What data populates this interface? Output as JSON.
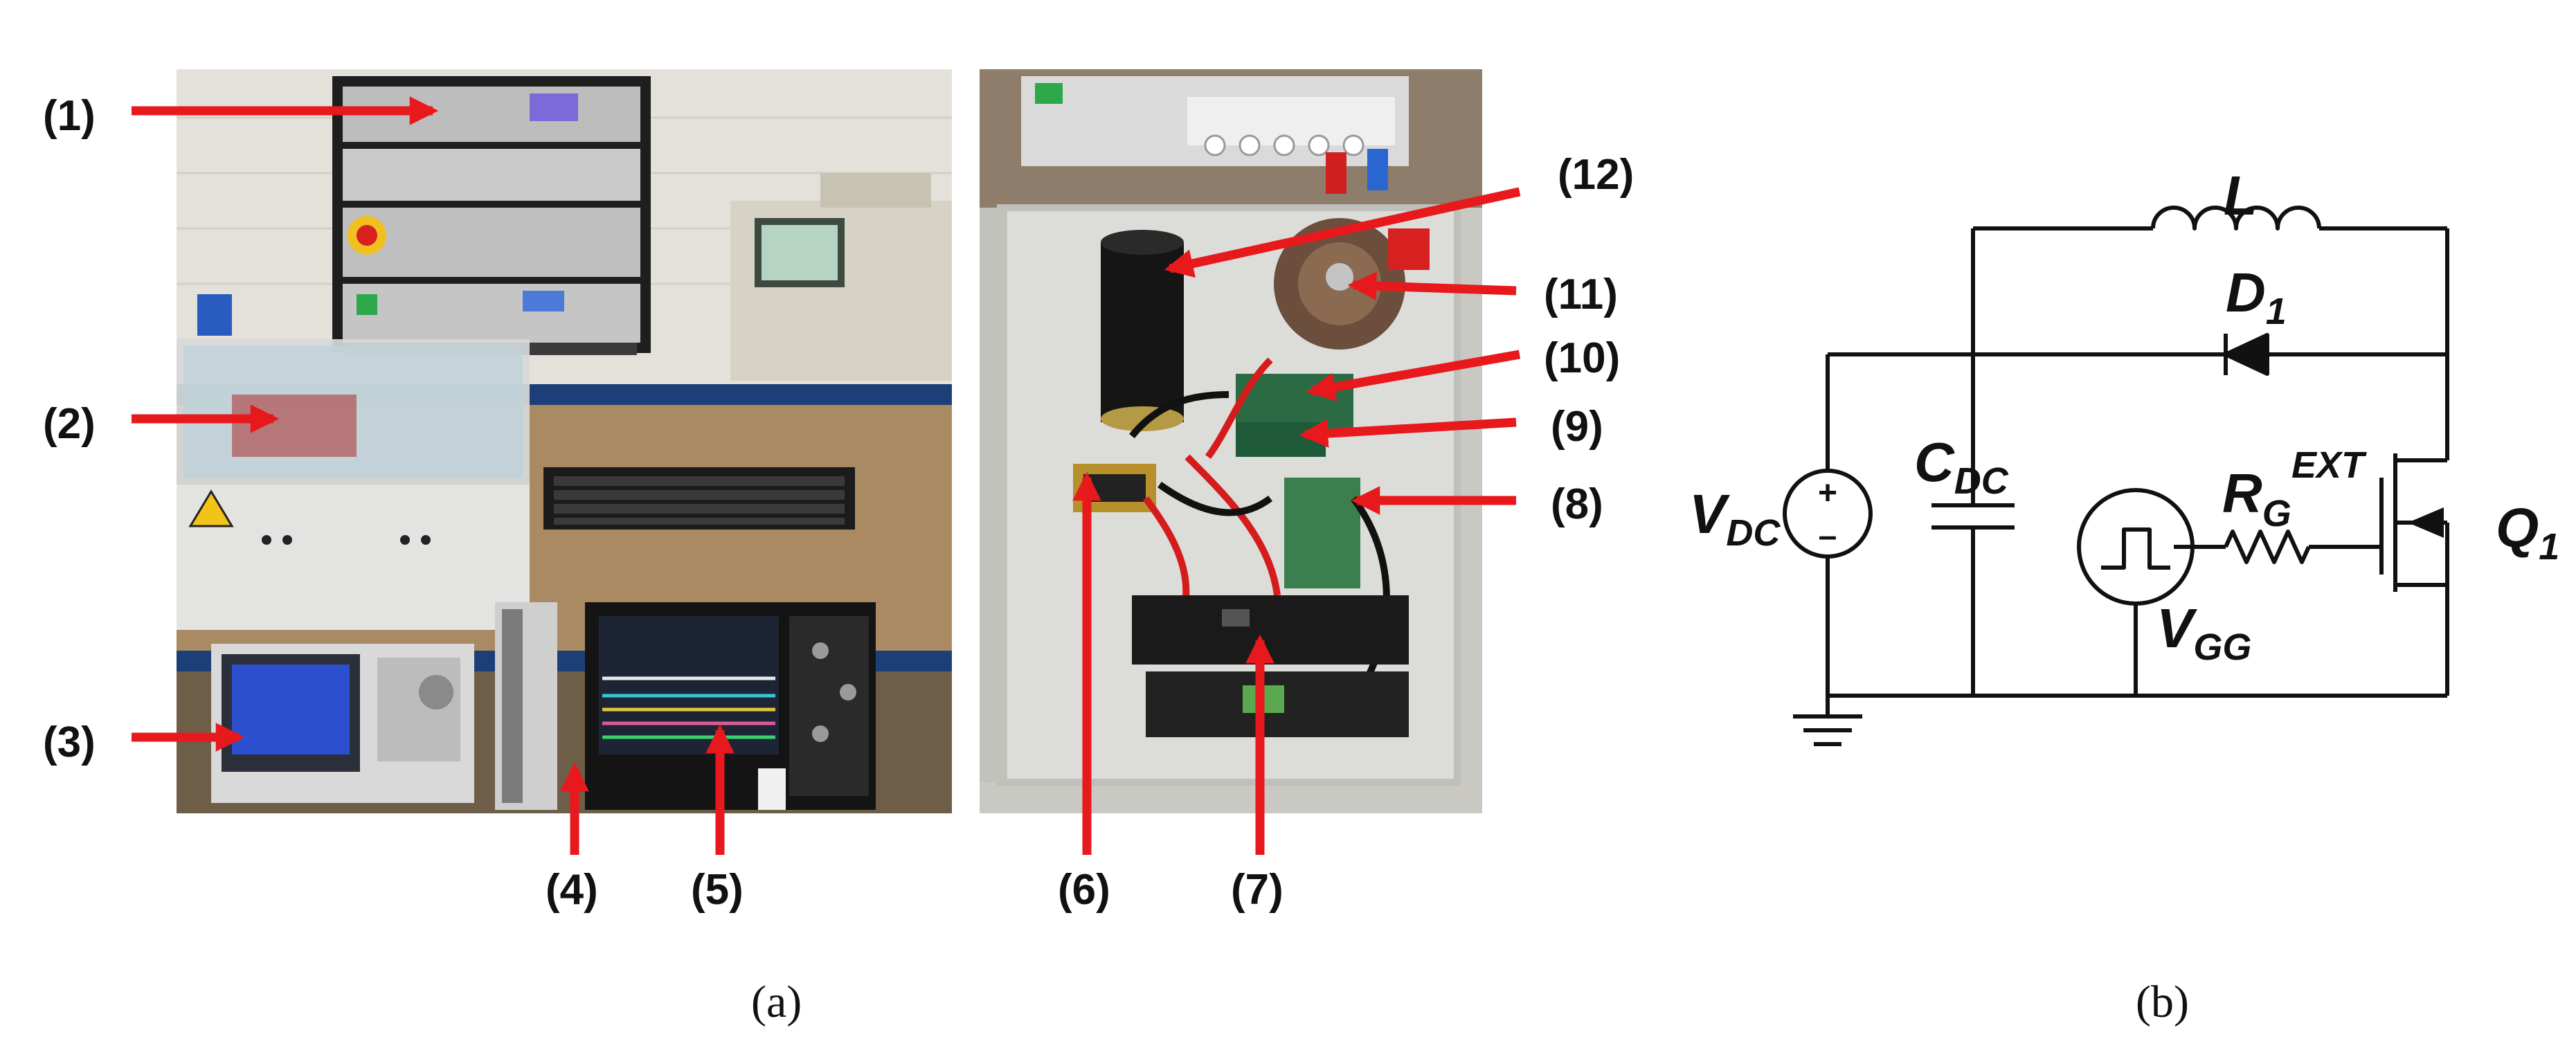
{
  "photo_labels": {
    "l1": "(1)",
    "l2": "(2)",
    "l3": "(3)",
    "l4": "(4)",
    "l5": "(5)",
    "l6": "(6)",
    "l7": "(7)",
    "l8": "(8)",
    "l9": "(9)",
    "l10": "(10)",
    "l11": "(11)",
    "l12": "(12)"
  },
  "captions": {
    "a": "(a)",
    "b": "(b)"
  },
  "circuit": {
    "L": "L",
    "D1": "D",
    "D1_sub": "1",
    "CDC": "C",
    "CDC_sub": "DC",
    "RG": "R",
    "RG_sub": "G",
    "RG_sup": "EXT",
    "VDC": "V",
    "VDC_sub": "DC",
    "VGG": "V",
    "VGG_sub": "GG",
    "Q1": "Q",
    "Q1_sub": "1",
    "plus": "+",
    "minus": "–"
  },
  "colors": {
    "arrow": "#e8191c",
    "wire": "#111111"
  }
}
